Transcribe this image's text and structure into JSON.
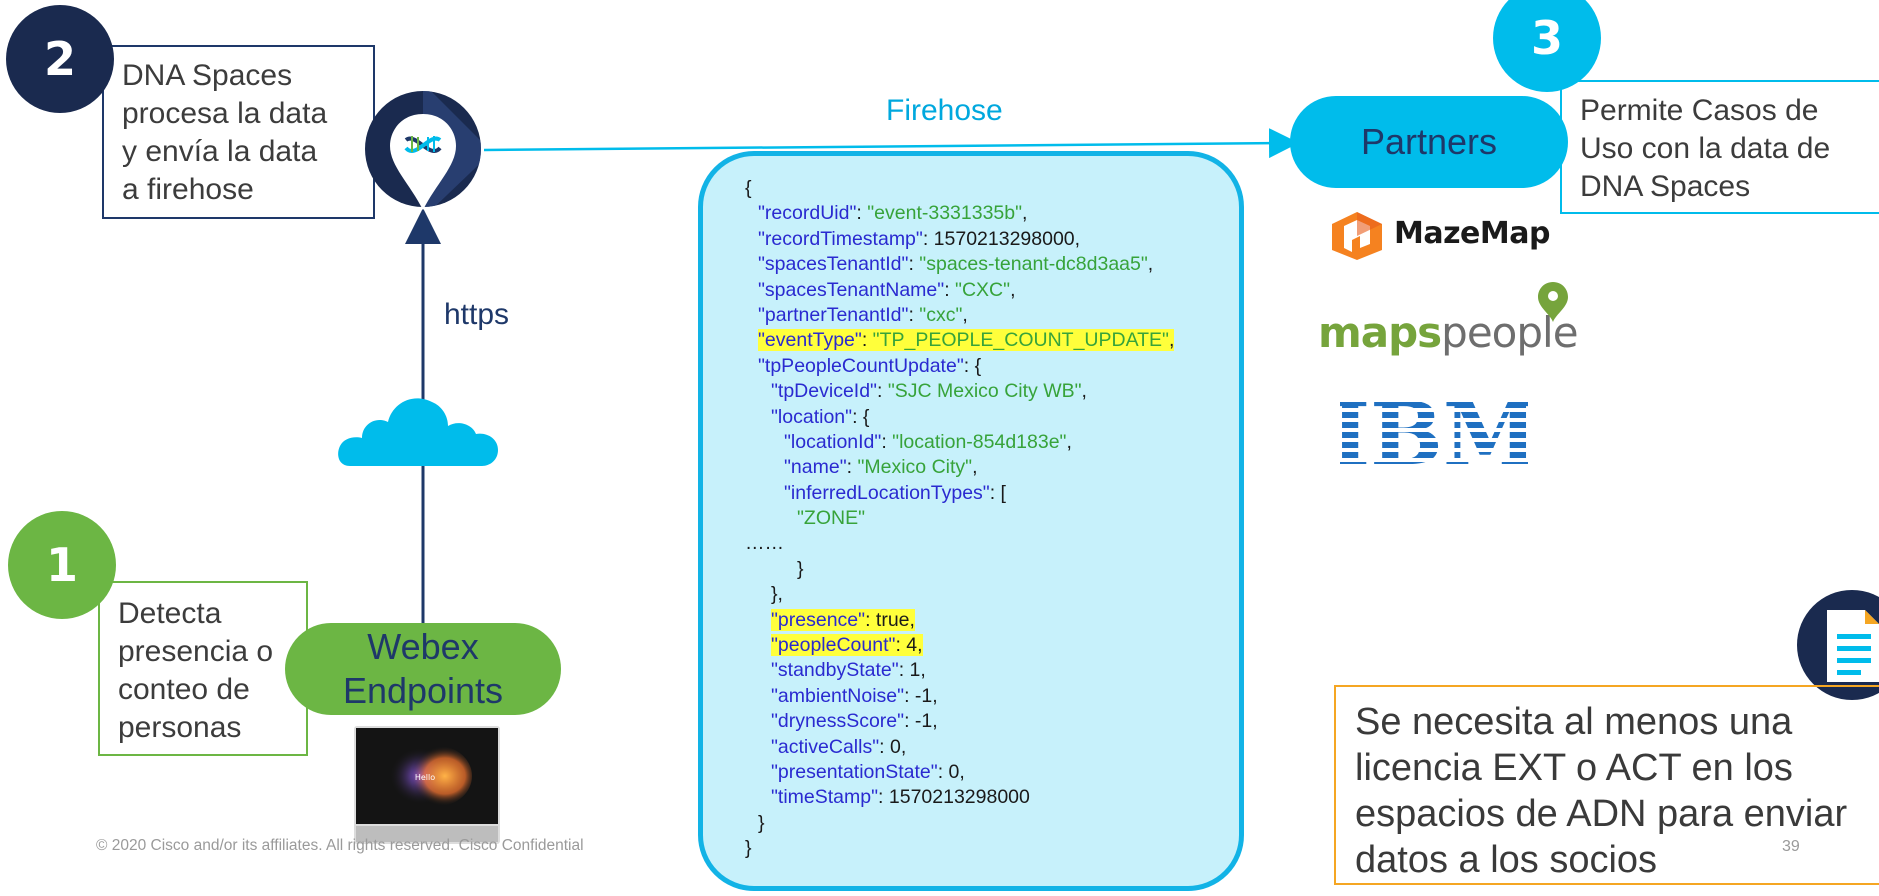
{
  "steps": {
    "two": {
      "number": "2",
      "text": "DNA Spaces\nprocesa la data\ny envía la data\na firehose"
    },
    "one": {
      "number": "1",
      "text": "Detecta\npresencia o\nconteo de\npersonas"
    },
    "three": {
      "number": "3",
      "text": "Permite Casos de\nUso con la data de\nDNA Spaces"
    }
  },
  "labels": {
    "firehose": "Firehose",
    "https": "https"
  },
  "webex": {
    "line1": "Webex",
    "line2": "Endpoints",
    "screen_text": "Hello"
  },
  "partners": {
    "label": "Partners"
  },
  "logos": {
    "mazemap": "MazeMap",
    "mapspeople_a": "maps",
    "mapspeople_b": "people",
    "ibm": "IBM"
  },
  "json_lines": [
    {
      "indent": 0,
      "segments": [
        {
          "c": "p",
          "t": "{"
        }
      ]
    },
    {
      "indent": 1,
      "segments": [
        {
          "c": "k",
          "t": "\"recordUid\""
        },
        {
          "c": "p",
          "t": ": "
        },
        {
          "c": "s",
          "t": "\"event-3331335b\""
        },
        {
          "c": "p",
          "t": ","
        }
      ]
    },
    {
      "indent": 1,
      "segments": [
        {
          "c": "k",
          "t": "\"recordTimestamp\""
        },
        {
          "c": "p",
          "t": ": "
        },
        {
          "c": "n",
          "t": "1570213298000"
        },
        {
          "c": "p",
          "t": ","
        }
      ]
    },
    {
      "indent": 1,
      "segments": [
        {
          "c": "k",
          "t": "\"spacesTenantId\""
        },
        {
          "c": "p",
          "t": ": "
        },
        {
          "c": "s",
          "t": "\"spaces-tenant-dc8d3aa5\""
        },
        {
          "c": "p",
          "t": ","
        }
      ]
    },
    {
      "indent": 1,
      "segments": [
        {
          "c": "k",
          "t": "\"spacesTenantName\""
        },
        {
          "c": "p",
          "t": ": "
        },
        {
          "c": "s",
          "t": "\"CXC\""
        },
        {
          "c": "p",
          "t": ","
        }
      ]
    },
    {
      "indent": 1,
      "segments": [
        {
          "c": "k",
          "t": "\"partnerTenantId\""
        },
        {
          "c": "p",
          "t": ": "
        },
        {
          "c": "s",
          "t": "\"cxc\""
        },
        {
          "c": "p",
          "t": ","
        }
      ]
    },
    {
      "indent": 1,
      "highlight": true,
      "segments": [
        {
          "c": "k",
          "t": "\"eventType\""
        },
        {
          "c": "p",
          "t": ": "
        },
        {
          "c": "s",
          "t": "\"TP_PEOPLE_COUNT_UPDATE\""
        },
        {
          "c": "p",
          "t": ","
        }
      ]
    },
    {
      "indent": 1,
      "segments": [
        {
          "c": "k",
          "t": "\"tpPeopleCountUpdate\""
        },
        {
          "c": "p",
          "t": ": {"
        }
      ]
    },
    {
      "indent": 2,
      "segments": [
        {
          "c": "k",
          "t": "\"tpDeviceId\""
        },
        {
          "c": "p",
          "t": ": "
        },
        {
          "c": "s",
          "t": "\"SJC Mexico City WB\""
        },
        {
          "c": "p",
          "t": ","
        }
      ]
    },
    {
      "indent": 2,
      "segments": [
        {
          "c": "k",
          "t": "\"location\""
        },
        {
          "c": "p",
          "t": ": {"
        }
      ]
    },
    {
      "indent": 3,
      "segments": [
        {
          "c": "k",
          "t": "\"locationId\""
        },
        {
          "c": "p",
          "t": ": "
        },
        {
          "c": "s",
          "t": "\"location-854d183e\""
        },
        {
          "c": "p",
          "t": ","
        }
      ]
    },
    {
      "indent": 3,
      "segments": [
        {
          "c": "k",
          "t": "\"name\""
        },
        {
          "c": "p",
          "t": ": "
        },
        {
          "c": "s",
          "t": "\"Mexico City\""
        },
        {
          "c": "p",
          "t": ","
        }
      ]
    },
    {
      "indent": 3,
      "segments": [
        {
          "c": "k",
          "t": "\"inferredLocationTypes\""
        },
        {
          "c": "p",
          "t": ": ["
        }
      ]
    },
    {
      "indent": 4,
      "segments": [
        {
          "c": "s",
          "t": "\"ZONE\""
        }
      ]
    },
    {
      "indent": 0,
      "segments": [
        {
          "c": "p",
          "t": "……"
        }
      ]
    },
    {
      "indent": 4,
      "segments": [
        {
          "c": "p",
          "t": "}"
        }
      ]
    },
    {
      "indent": 2,
      "segments": [
        {
          "c": "p",
          "t": "},"
        }
      ]
    },
    {
      "indent": 2,
      "highlight": true,
      "segments": [
        {
          "c": "k",
          "t": "\"presence\""
        },
        {
          "c": "p",
          "t": ": "
        },
        {
          "c": "n",
          "t": "true"
        },
        {
          "c": "p",
          "t": ","
        }
      ]
    },
    {
      "indent": 2,
      "highlight": true,
      "segments": [
        {
          "c": "k",
          "t": "\"peopleCount\""
        },
        {
          "c": "p",
          "t": ": "
        },
        {
          "c": "n",
          "t": "4"
        },
        {
          "c": "p",
          "t": ","
        }
      ]
    },
    {
      "indent": 2,
      "segments": [
        {
          "c": "k",
          "t": "\"standbyState\""
        },
        {
          "c": "p",
          "t": ": "
        },
        {
          "c": "n",
          "t": "1"
        },
        {
          "c": "p",
          "t": ","
        }
      ]
    },
    {
      "indent": 2,
      "segments": [
        {
          "c": "k",
          "t": "\"ambientNoise\""
        },
        {
          "c": "p",
          "t": ": "
        },
        {
          "c": "n",
          "t": "-1"
        },
        {
          "c": "p",
          "t": ","
        }
      ]
    },
    {
      "indent": 2,
      "segments": [
        {
          "c": "k",
          "t": "\"drynessScore\""
        },
        {
          "c": "p",
          "t": ": "
        },
        {
          "c": "n",
          "t": "-1"
        },
        {
          "c": "p",
          "t": ","
        }
      ]
    },
    {
      "indent": 2,
      "segments": [
        {
          "c": "k",
          "t": "\"activeCalls\""
        },
        {
          "c": "p",
          "t": ": "
        },
        {
          "c": "n",
          "t": "0"
        },
        {
          "c": "p",
          "t": ","
        }
      ]
    },
    {
      "indent": 2,
      "segments": [
        {
          "c": "k",
          "t": "\"presentationState\""
        },
        {
          "c": "p",
          "t": ": "
        },
        {
          "c": "n",
          "t": "0"
        },
        {
          "c": "p",
          "t": ","
        }
      ]
    },
    {
      "indent": 2,
      "segments": [
        {
          "c": "k",
          "t": "\"timeStamp\""
        },
        {
          "c": "p",
          "t": ": "
        },
        {
          "c": "n",
          "t": "1570213298000"
        }
      ]
    },
    {
      "indent": 1,
      "segments": [
        {
          "c": "p",
          "t": "}"
        }
      ]
    },
    {
      "indent": 0,
      "segments": [
        {
          "c": "p",
          "t": "}"
        }
      ]
    }
  ],
  "note": "Se necesita al menos una\nlicencia EXT o ACT en los\nespacios de ADN para enviar\ndatos a los socios",
  "footer": "© 2020  Cisco and/or its affiliates. All rights reserved.  Cisco Confidential",
  "page_number": "39",
  "colors": {
    "navy": "#1e3869",
    "green": "#6cb644",
    "cyan": "#00bceb",
    "json_key": "#2a2ad0",
    "json_string": "#37a33a",
    "highlight": "#ffff3b",
    "note_border": "#f5a623"
  },
  "icons": {
    "dna_pin": "dna-location-pin-icon",
    "cloud": "cloud-icon",
    "device": "webex-desk-device-icon",
    "document": "document-icon"
  }
}
